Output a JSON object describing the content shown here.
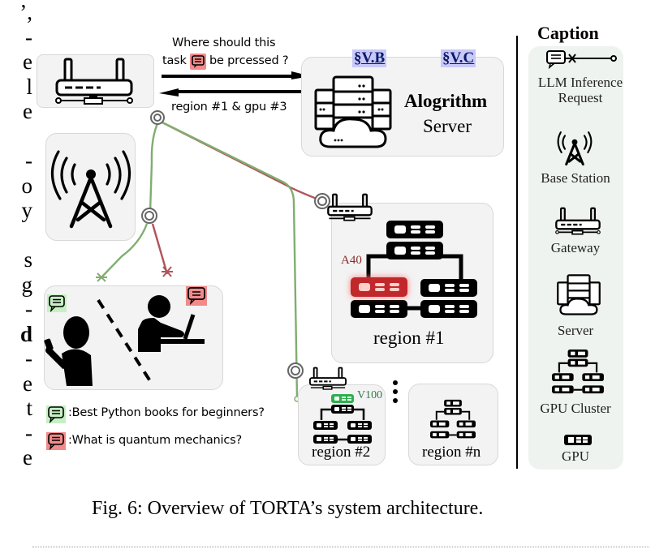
{
  "left_margin_fragments": [
    "’,",
    "-",
    "e",
    "l",
    "e",
    "",
    "-",
    "o",
    "y",
    "",
    "s",
    "g",
    "-",
    "d",
    "-",
    "e",
    "t",
    "-",
    "e"
  ],
  "request": {
    "question_line1": "Where should this",
    "question_line2_before": "task",
    "question_line2_after": "be prcessed ?",
    "answer": "region #1 & gpu #3"
  },
  "server": {
    "section_tags": [
      "§V.B",
      "§V.C"
    ],
    "title": "Alogrithm",
    "subtitle": "Server"
  },
  "regions": [
    {
      "label": "region #1",
      "gpu_label": "A40",
      "gpu_color": "#c0282c"
    },
    {
      "label": "region #2",
      "gpu_label": "V100",
      "gpu_color": "#2fae4f"
    },
    {
      "label": "region #n"
    }
  ],
  "legend_requests": [
    {
      "color": "green",
      "text": ":Best Python books for beginners?"
    },
    {
      "color": "red",
      "text": ":What is quantum mechanics?"
    }
  ],
  "caption_panel": {
    "title": "Caption",
    "items": [
      {
        "icon": "llm-request-icon",
        "label": "LLM Inference Request"
      },
      {
        "icon": "base-station-icon",
        "label": "Base Station"
      },
      {
        "icon": "gateway-icon",
        "label": "Gateway"
      },
      {
        "icon": "server-icon",
        "label": "Server"
      },
      {
        "icon": "gpu-cluster-icon",
        "label": "GPU Cluster"
      },
      {
        "icon": "gpu-icon",
        "label": "GPU"
      }
    ]
  },
  "figure_caption": "Fig. 6: Overview of TORTA’s system architecture.",
  "colors": {
    "green_link": "#7fae6e",
    "red_link": "#b0545a",
    "highlight_blue": "#c8c9f7",
    "green_bubble": "#c6f0c3",
    "red_bubble": "#f28a8a",
    "panel_bg": "#f3f3f3",
    "caption_bg": "#eef3ef"
  }
}
